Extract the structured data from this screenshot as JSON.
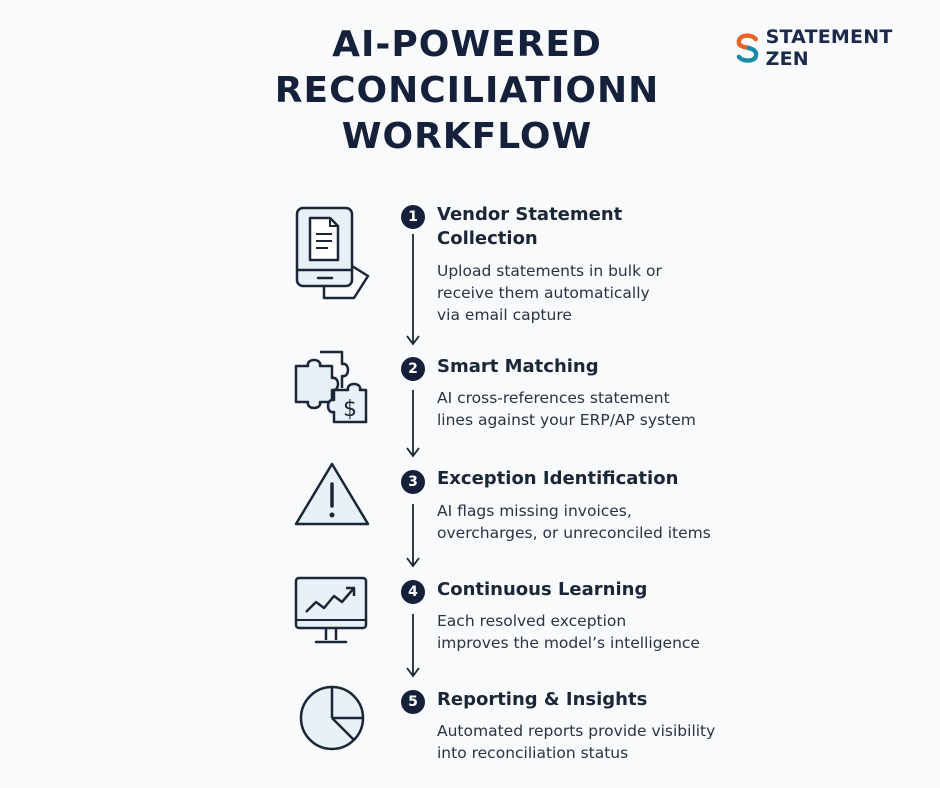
{
  "brand": {
    "name": "STATEMENT ZEN",
    "colors": {
      "orange": "#e8622a",
      "teal": "#1b8aa8",
      "navy": "#1b2a4a"
    }
  },
  "title": {
    "lines": [
      "AI-POWERED",
      "RECONCILIATIONN",
      "WORKFLOW"
    ]
  },
  "colors": {
    "icon_stroke": "#1b2637",
    "icon_fill": "#e8f1f8",
    "badge_bg": "#15203a"
  },
  "steps": [
    {
      "number": "1",
      "icon": "tablet-document-icon",
      "title_lines": [
        "Vendor Statement",
        "Collection"
      ],
      "desc_lines": [
        "Upload statements in bulk or",
        "receive them automatically",
        "via email capture"
      ]
    },
    {
      "number": "2",
      "icon": "puzzle-dollar-icon",
      "title_lines": [
        "Smart Matching"
      ],
      "desc_lines": [
        "AI cross-references statement",
        "lines against your ERP/AP system"
      ]
    },
    {
      "number": "3",
      "icon": "warning-triangle-icon",
      "title_lines": [
        "Exception Identification"
      ],
      "desc_lines": [
        "AI flags missing invoices,",
        "overcharges, or unreconciled items"
      ]
    },
    {
      "number": "4",
      "icon": "monitor-trend-icon",
      "title_lines": [
        "Continuous Learning"
      ],
      "desc_lines": [
        "Each resolved exception",
        "improves the model’s intelligence"
      ]
    },
    {
      "number": "5",
      "icon": "pie-chart-icon",
      "title_lines": [
        "Reporting & Insights"
      ],
      "desc_lines": [
        "Automated reports provide visibility",
        "into reconciliation status"
      ]
    }
  ]
}
